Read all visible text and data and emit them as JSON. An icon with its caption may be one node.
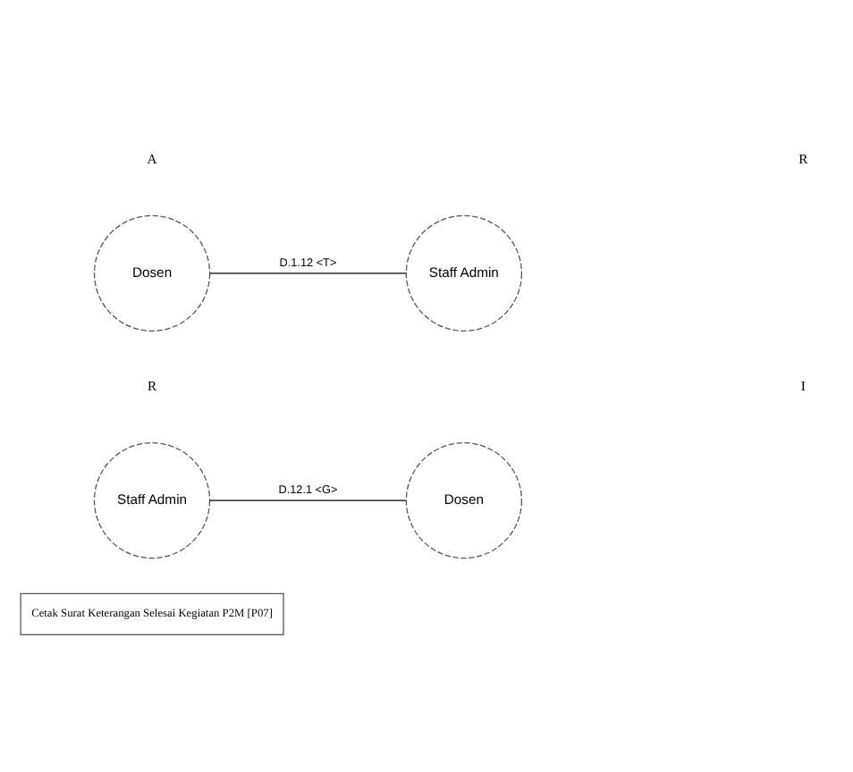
{
  "diagram": {
    "nodes": [
      {
        "text": [
          "Dosen"
        ]
      },
      {
        "text": [
          "Staff Admin"
        ]
      },
      {
        "text": [
          "Staff Admin"
        ]
      },
      {
        "text": [
          "Dosen"
        ]
      },
      {
        "text": [
          "Cetak Surat Keterangan Selesai Kegiatan P2M [P07]"
        ]
      }
    ],
    "edges": [
      {
        "from": 0,
        "to": 1,
        "arrow": "none",
        "label": "D.1.12 <T>"
      },
      {
        "from": 2,
        "to": 3,
        "arrow": "none",
        "label": "D.12.1 <G>"
      }
    ],
    "labels": [
      "A",
      "R",
      "R",
      "I"
    ]
  }
}
